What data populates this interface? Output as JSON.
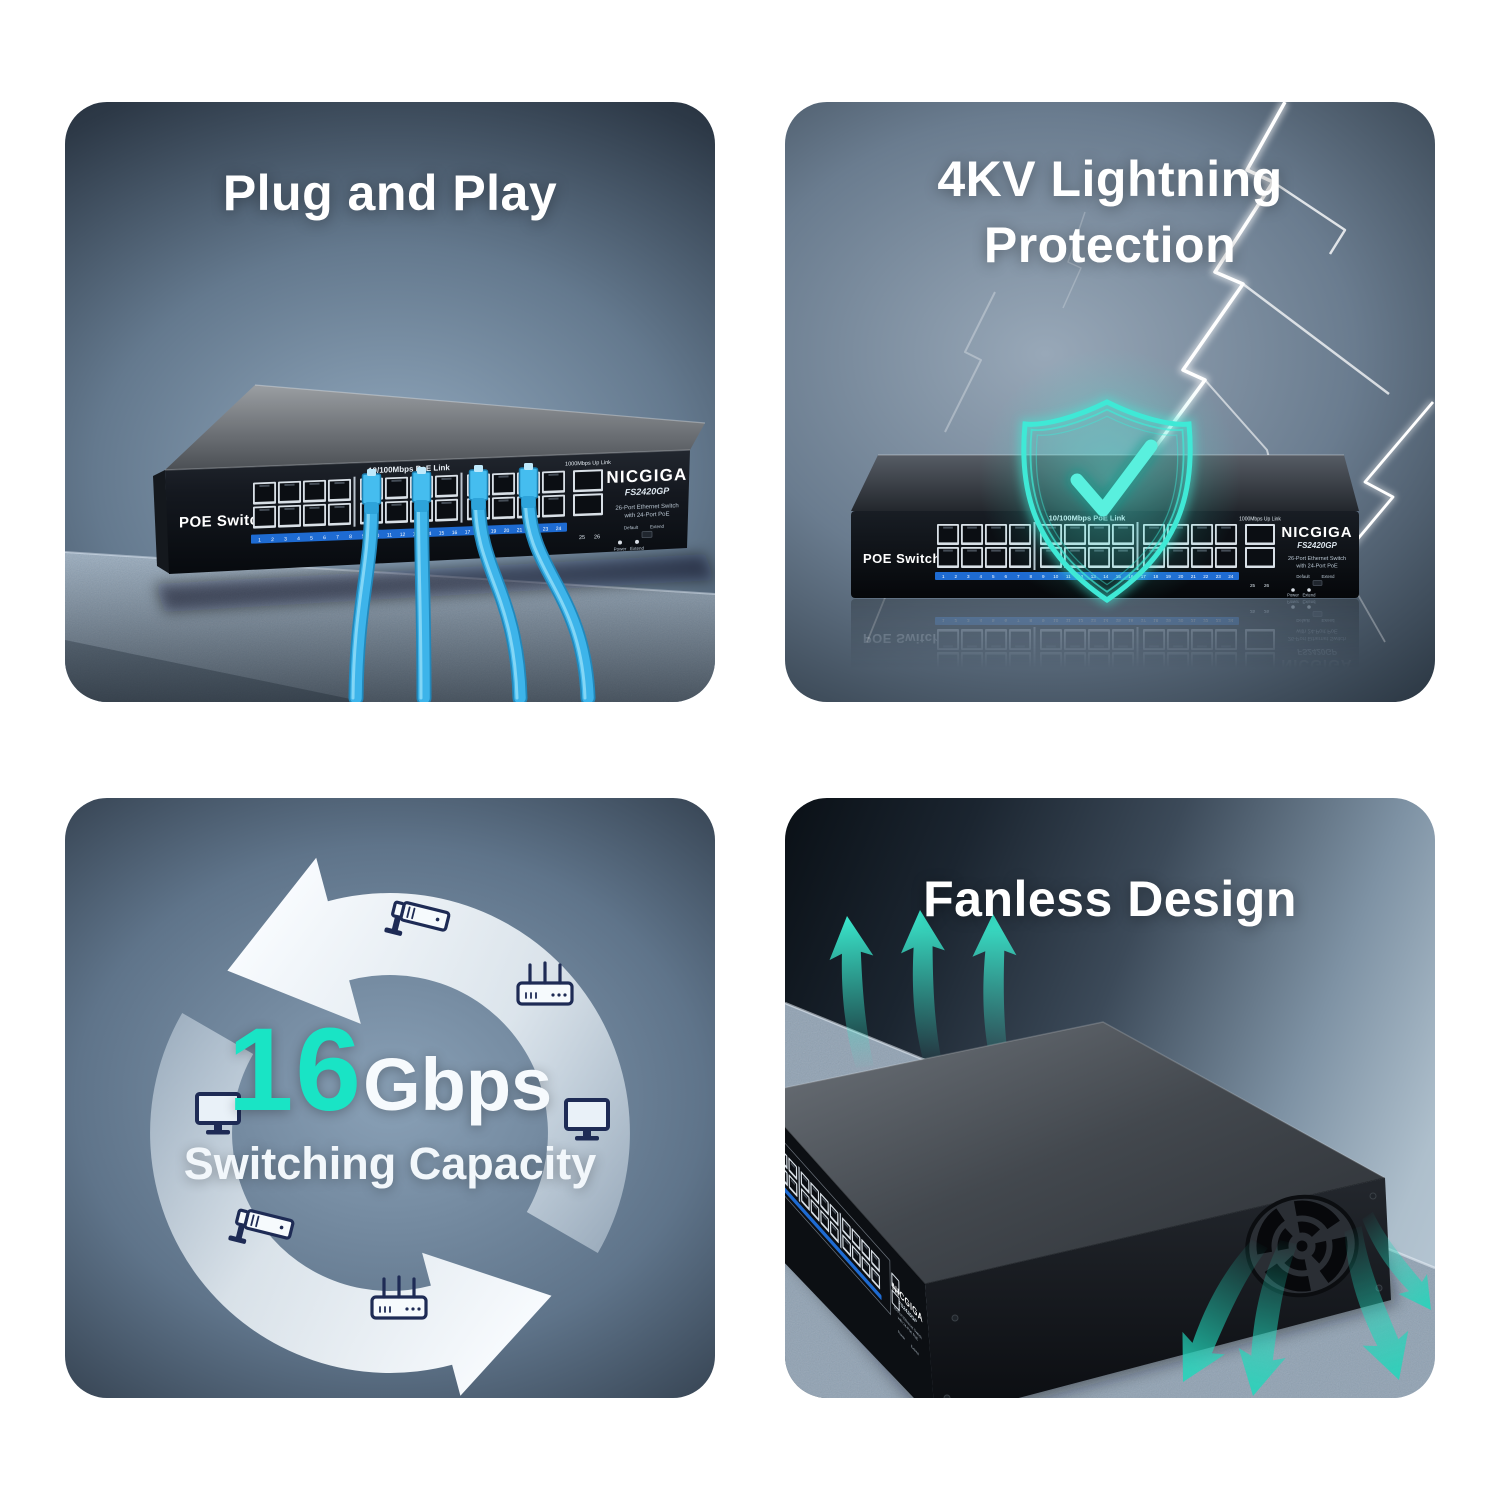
{
  "panels": {
    "plug_and_play": {
      "title": "Plug and Play"
    },
    "lightning_protection": {
      "title": "4KV Lightning Protection"
    },
    "switching_capacity": {
      "value": "16",
      "unit": "Gbps",
      "caption": "Switching Capacity"
    },
    "fanless_design": {
      "title": "Fanless Design"
    }
  },
  "device": {
    "brand": "NICGIGA",
    "model": "FS2420GP",
    "front_label": "POE Switch",
    "poe_ports_label": "10/100Mbps PoE Link",
    "uplink_ports_label": "1000Mbps Up Link",
    "description_line1": "26-Port Ethernet Switch",
    "description_line2": "with 24-Port PoE",
    "poe_port_count": 24,
    "uplink_port_numbers": [
      "25",
      "26"
    ],
    "dip_switch_labels": [
      "Default",
      "Extend"
    ],
    "led_labels": [
      "Power",
      "Extend"
    ]
  },
  "icons": {
    "cycle": [
      "cctv-camera",
      "wifi-router",
      "monitor",
      "monitor",
      "cctv-camera",
      "wifi-router"
    ],
    "shield": "shield-check-icon",
    "airflow": "teal-airflow-arrows"
  },
  "colors": {
    "accent_teal": "#19E4C5",
    "shield_cyan": "#3FE9D6",
    "cable_blue": "#3DB4EA",
    "icon_navy": "#1E2B55",
    "port_strip_blue": "#1E6BD2",
    "title_white": "#FFFFFF"
  }
}
